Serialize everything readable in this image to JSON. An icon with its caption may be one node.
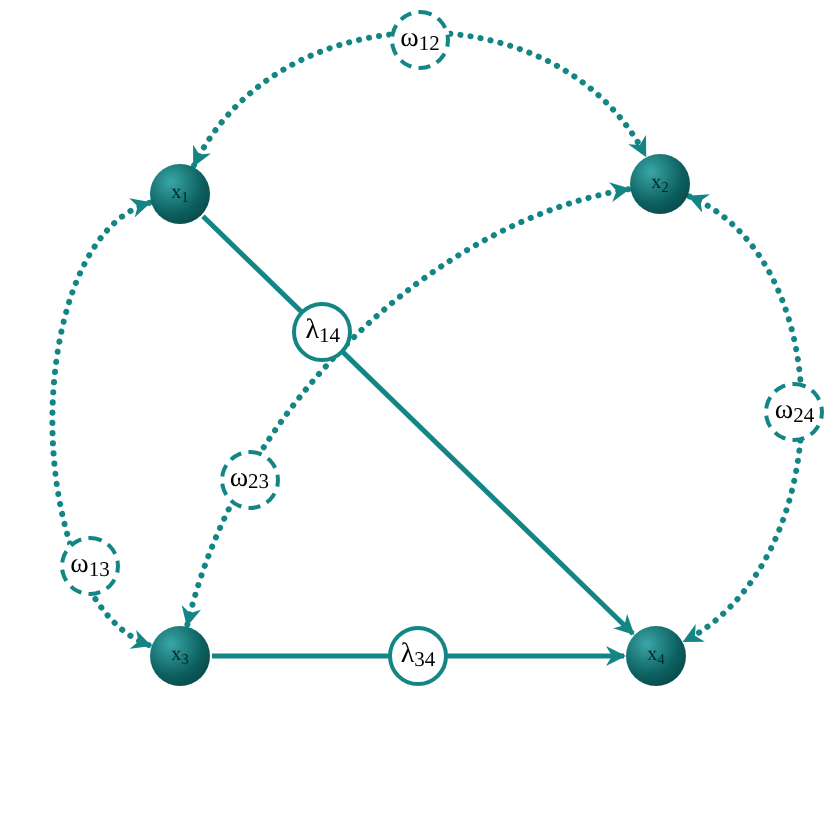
{
  "diagram": {
    "nodes": [
      {
        "text": [
          "x$_{1}$"
        ]
      },
      {
        "text": [
          "x$_{2}$"
        ]
      },
      {
        "text": [
          "x$_{3}$"
        ]
      },
      {
        "text": [
          "x$_{4}$"
        ]
      }
    ],
    "edges": [
      {
        "from": 0,
        "to": 1,
        "arrow": "both",
        "style": "dashed",
        "label": "ω$_{12}$"
      },
      {
        "from": 0,
        "to": 2,
        "arrow": "both",
        "style": "dashed",
        "label": "ω$_{13}$"
      },
      {
        "from": 0,
        "to": 3,
        "arrow": "to",
        "label": "λ$_{14}$"
      },
      {
        "from": 1,
        "to": 2,
        "arrow": "both",
        "style": "dashed",
        "label": "ω$_{23}$"
      },
      {
        "from": 1,
        "to": 3,
        "arrow": "both",
        "style": "dashed",
        "label": "ω$_{24}$"
      },
      {
        "from": 2,
        "to": 3,
        "arrow": "to",
        "label": "λ$_{34}$"
      }
    ]
  }
}
